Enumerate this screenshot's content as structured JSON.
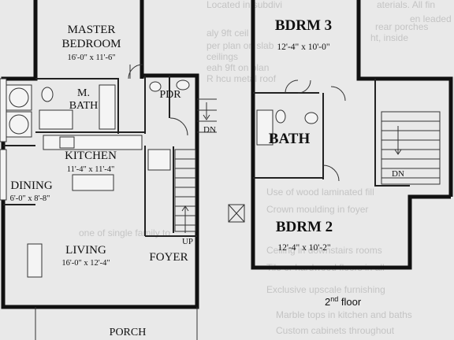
{
  "background_text": [
    "Located in subdivi",
    "aterials. All fin",
    "en leaded",
    "rear porches",
    "aly 9ft ceil",
    "ht, inside",
    "per plan on slab",
    "ceilings",
    "eah 9ft on plan",
    "R hcu metal roof",
    "one of single family to",
    "Use of wood laminated fill",
    "Crown moulding in foyer",
    "Ceiling in downstairs rooms",
    "Tile or hardwood floors in all",
    "Exclusive upscale furnishing",
    "Marble tops in kitchen and baths",
    "Custom cabinets throughout"
  ],
  "rooms": {
    "master_bedroom": {
      "name_line1": "MASTER",
      "name_line2": "BEDROOM",
      "dims": "16'-0\" x 11'-6\""
    },
    "master_bath": {
      "name_line1": "M.",
      "name_line2": "BATH"
    },
    "powder_room": {
      "name": "PDR"
    },
    "kitchen": {
      "name": "KITCHEN",
      "dims": "11'-4\" x 11'-4\""
    },
    "dining": {
      "name": "DINING",
      "dims": "6'-0\" x 8'-8\""
    },
    "living": {
      "name": "LIVING",
      "dims": "16'-0\" x 12'-4\""
    },
    "foyer": {
      "name": "FOYER"
    },
    "porch": {
      "name": "PORCH"
    },
    "bedroom_3": {
      "name": "BDRM 3",
      "dims": "12'-4\" x 10'-0\""
    },
    "bath": {
      "name": "BATH"
    },
    "bedroom_2": {
      "name": "BDRM 2",
      "dims": "12'-4\" x 10'-2\""
    }
  },
  "stair_labels": {
    "first_floor_down": "DN",
    "foyer_up": "UP",
    "second_floor_down": "DN"
  },
  "floor_label": {
    "number": "2",
    "suffix": "nd",
    "word": " floor"
  }
}
